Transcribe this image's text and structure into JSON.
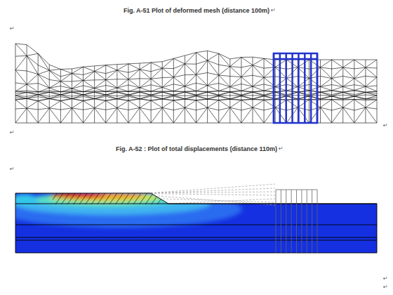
{
  "diagram": {
    "labels": [
      "Fig. A-51 Plot of deformed mesh (distance 100m)",
      "↵",
      "↵",
      "↵",
      "↵",
      "Fig. A-52 : Plot of total displacements (distance 110m)",
      "↵",
      "↵",
      "↵",
      "↵"
    ]
  }
}
